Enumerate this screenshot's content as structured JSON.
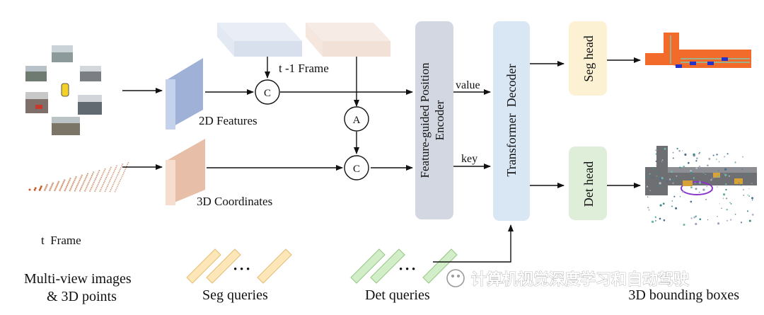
{
  "inputs": {
    "frame_label": "t  Frame",
    "caption_line1": "Multi-view images",
    "caption_line2": "& 3D points"
  },
  "features": {
    "features_2d": "2D Features",
    "coords_3d": "3D Coordinates",
    "prev_frame": "t -1 Frame"
  },
  "ops": {
    "concat": "C",
    "align": "A"
  },
  "encoder": {
    "line1": "Feature-guided Position",
    "line2": "Encoder"
  },
  "edges": {
    "value": "value",
    "key": "key"
  },
  "decoder": {
    "label": "Transformer  Decoder"
  },
  "heads": {
    "seg": "Seg head",
    "det": "Det head"
  },
  "queries": {
    "seg": "Seg queries",
    "det": "Det queries",
    "dots": "• • •"
  },
  "outputs": {
    "boxes": "3D bounding boxes"
  },
  "watermark": {
    "text": "计算机视觉深度学习和自动驾驶"
  },
  "colors": {
    "features_2d": "#b7c7e6",
    "coords_3d": "#f1d3c2",
    "encoder": "#d3d7e1",
    "decoder": "#d9e6f4",
    "seg_head": "#fdf1d4",
    "det_head": "#deeed9",
    "seg_query": "#fde6b8",
    "det_query": "#d2eec8",
    "seg_map": "#f26b2a"
  }
}
